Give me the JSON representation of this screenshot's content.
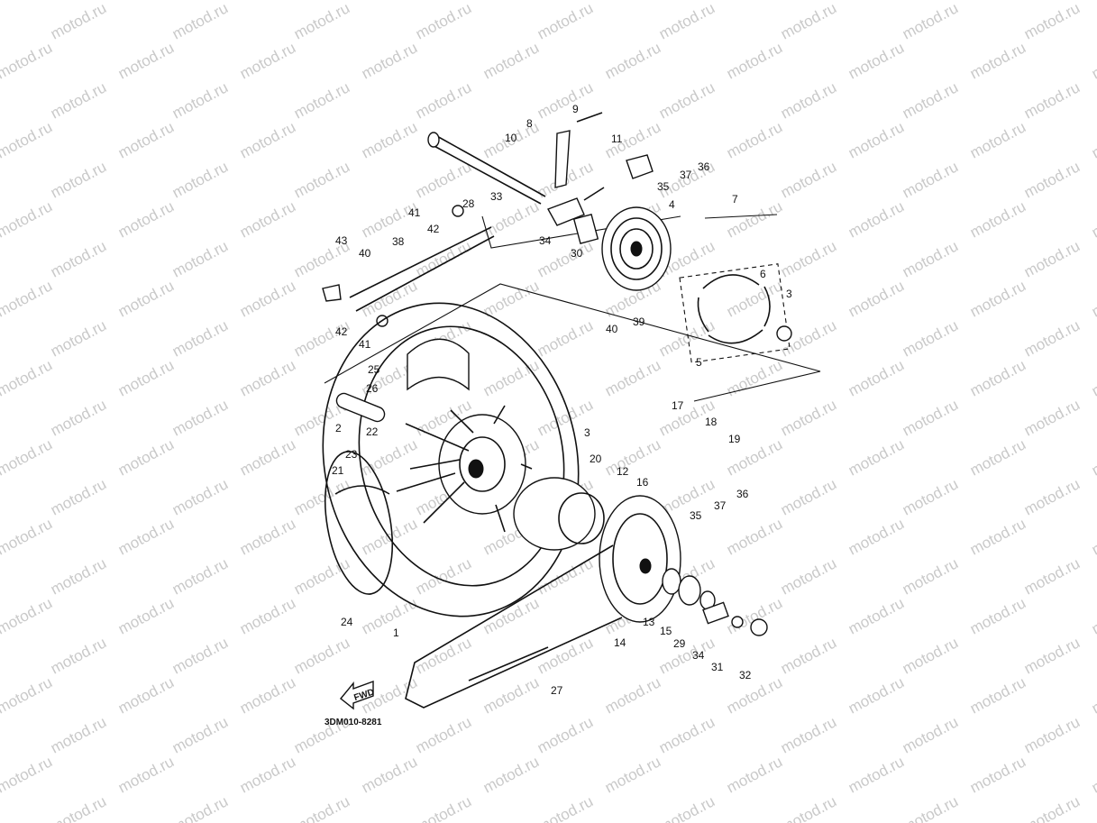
{
  "watermark_text": "motod.ru",
  "diagram_code": "3DM010-8281",
  "fwd_label": "FWD",
  "callouts": [
    "1",
    "2",
    "3",
    "3",
    "4",
    "5",
    "6",
    "7",
    "8",
    "9",
    "10",
    "11",
    "12",
    "13",
    "14",
    "15",
    "16",
    "17",
    "18",
    "19",
    "20",
    "21",
    "22",
    "23",
    "24",
    "25",
    "26",
    "27",
    "28",
    "29",
    "30",
    "31",
    "32",
    "33",
    "34",
    "34",
    "35",
    "35",
    "36",
    "36",
    "37",
    "37",
    "38",
    "39",
    "40",
    "40",
    "41",
    "41",
    "42",
    "42",
    "43"
  ],
  "colors": {
    "ink": "#111111",
    "watermark": "#c9c9c9",
    "paper": "#ffffff"
  }
}
